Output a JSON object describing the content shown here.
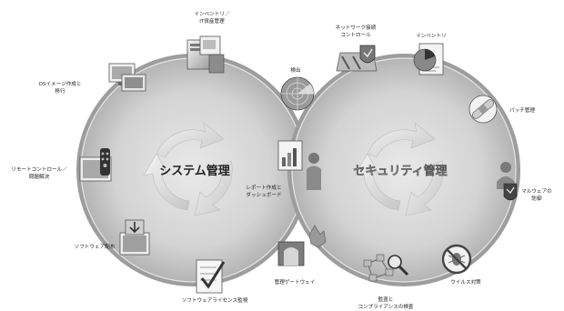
{
  "diagram": {
    "systems_title": "システム管理",
    "security_title": "セキュリティ管理",
    "nodes": {
      "inventory_it": {
        "line1": "インベントリ／",
        "line2": "IT資産管理"
      },
      "os_image": {
        "line1": "OSイメージ作成と",
        "line2": "移行"
      },
      "remote_control": {
        "line1": "リモートコントロール／",
        "line2": "問題解決"
      },
      "software_dist": {
        "line1": "ソフトウェア配布"
      },
      "license_monitor": {
        "line1": "ソフトウェアライセンス監視"
      },
      "discovery": {
        "line1": "検出"
      },
      "reporting": {
        "line1": "レポート作成と",
        "line2": "ダッシュボード"
      },
      "mgmt_gateway": {
        "line1": "管理ゲートウェイ"
      },
      "nac": {
        "line1": "ネットワーク接続",
        "line2": "コントロール"
      },
      "inventory_sec": {
        "line1": "インベントリ"
      },
      "patch": {
        "line1": "パッチ管理"
      },
      "malware": {
        "line1": "マルウェアの",
        "line2": "防御"
      },
      "antivirus": {
        "line1": "ウイルス対策"
      },
      "compliance": {
        "line1": "監査と",
        "line2": "コンプライアンスの検査"
      }
    }
  }
}
